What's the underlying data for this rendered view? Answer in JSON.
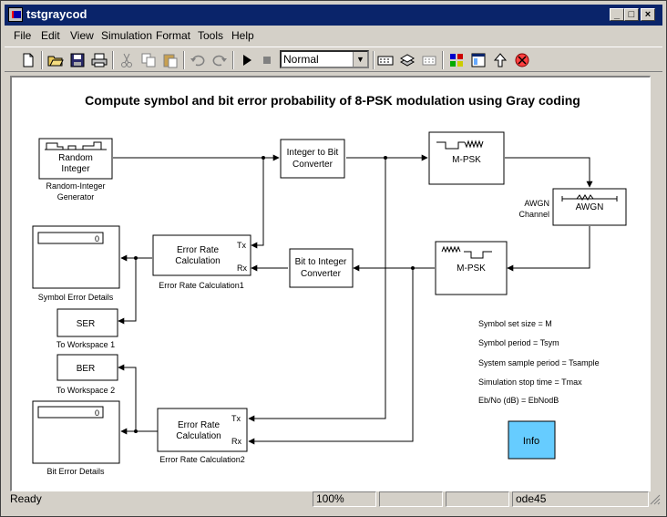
{
  "window": {
    "title": "tstgraycod"
  },
  "caption_buttons": {
    "minimize": "_",
    "maximize": "□",
    "close": "×"
  },
  "menu": [
    "File",
    "Edit",
    "View",
    "Simulation",
    "Format",
    "Tools",
    "Help"
  ],
  "toolbar": {
    "mode_value": "Normal"
  },
  "diagram": {
    "title": "Compute symbol and bit error probability of 8-PSK modulation using Gray coding",
    "blocks": {
      "random_integer": {
        "text": [
          "Random",
          "Integer"
        ],
        "caption": [
          "Random-Integer",
          "Generator"
        ]
      },
      "int_to_bit": {
        "text": [
          "Integer to Bit",
          "Converter"
        ]
      },
      "mpsk_mod": {
        "text": "M-PSK"
      },
      "awgn": {
        "text": "AWGN",
        "caption": [
          "AWGN",
          "Channel"
        ]
      },
      "mpsk_demod": {
        "text": "M-PSK"
      },
      "bit_to_int": {
        "text": [
          "Bit to Integer",
          "Converter"
        ]
      },
      "error_rate_1": {
        "text": [
          "Error Rate",
          "Calculation"
        ],
        "ports": [
          "Tx",
          "Rx"
        ],
        "caption": "Error Rate Calculation1"
      },
      "error_rate_2": {
        "text": [
          "Error Rate",
          "Calculation"
        ],
        "ports": [
          "Tx",
          "Rx"
        ],
        "caption": "Error Rate Calculation2"
      },
      "symbol_display": {
        "value": "0",
        "caption": "Symbol Error Details"
      },
      "bit_display": {
        "value": "0",
        "caption": "Bit Error Details"
      },
      "ser_workspace": {
        "text": "SER",
        "caption": "To Workspace 1"
      },
      "ber_workspace": {
        "text": "BER",
        "caption": "To Workspace 2"
      },
      "info": {
        "text": "Info"
      }
    },
    "notes": [
      "Symbol set size = M",
      "Symbol period = Tsym",
      "System sample period = Tsample",
      "Simulation stop time = Tmax",
      "Eb/No (dB) = EbNodB"
    ]
  },
  "status": {
    "state": "Ready",
    "zoom": "100%",
    "solver": "ode45"
  },
  "colors": {
    "title_bar": "#0a246a",
    "info_block": "#66ccff",
    "window_face": "#d4d0c8"
  }
}
